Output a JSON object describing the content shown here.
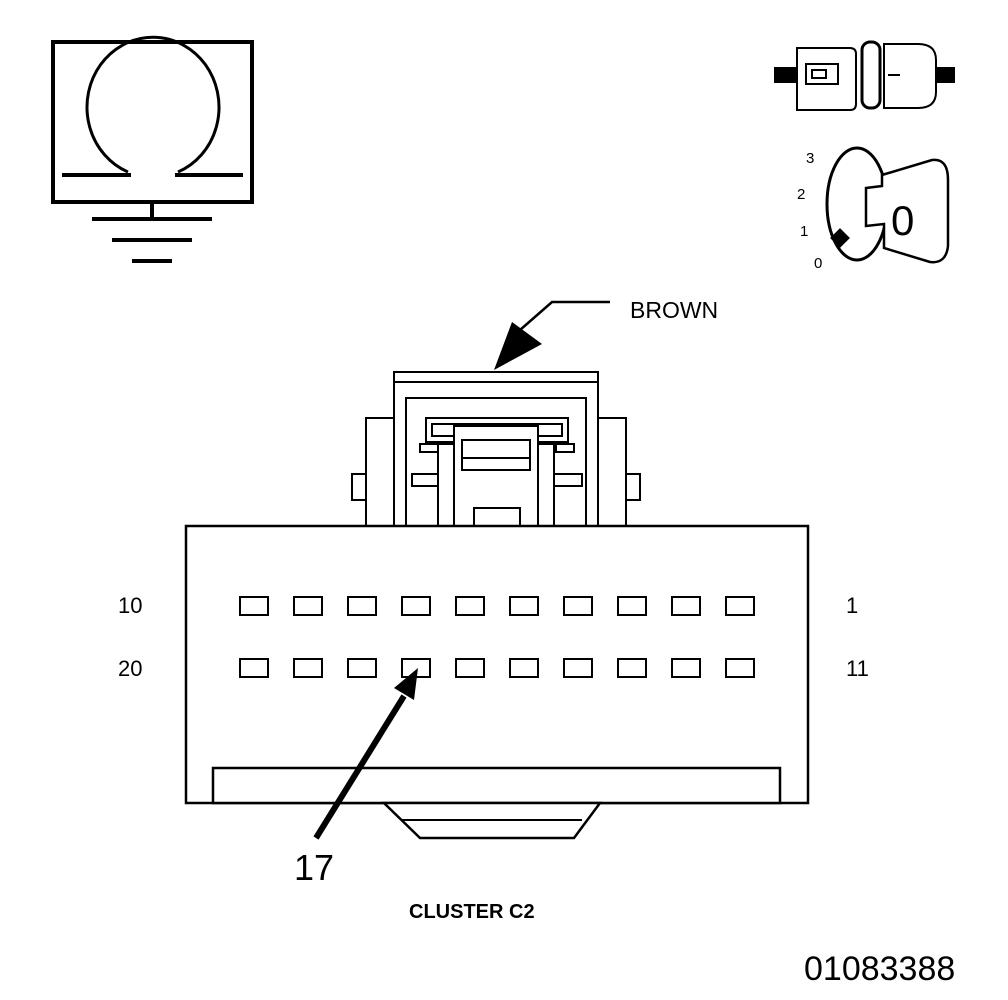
{
  "meter_symbol": {
    "icon": "ohmmeter-ground-icon"
  },
  "connector_icon": {
    "icon": "disconnected-connector-icon"
  },
  "ignition": {
    "icon": "ignition-key-icon",
    "positions": [
      "3",
      "2",
      "1",
      "0"
    ],
    "key_label": "0"
  },
  "connector": {
    "color_label": "BROWN",
    "row_top_left_pin": "10",
    "row_top_right_pin": "1",
    "row_bottom_left_pin": "20",
    "row_bottom_right_pin": "11",
    "highlighted_pin": "17",
    "name": "CLUSTER C2"
  },
  "figure_id": "01083388"
}
